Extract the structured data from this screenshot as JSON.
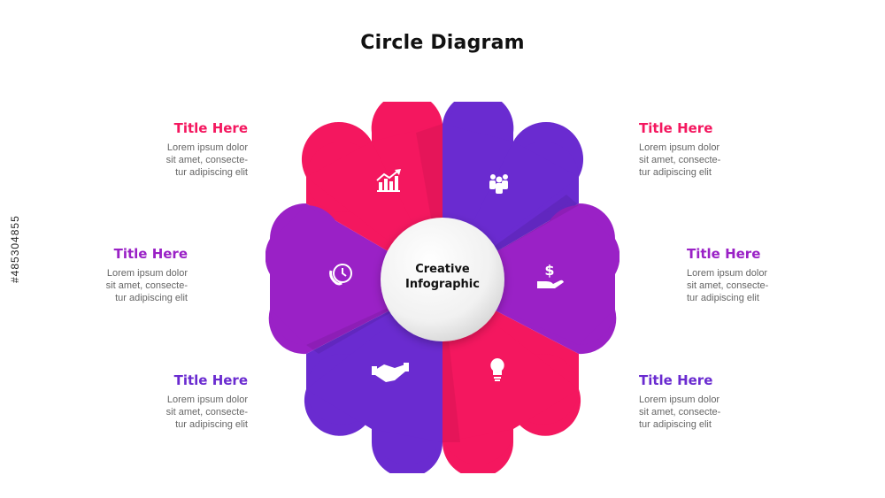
{
  "title": "Circle Diagram",
  "center": {
    "line1": "Creative",
    "line2": "Infographic"
  },
  "colors": {
    "pink": "#f4175f",
    "purple": "#6a2bd0",
    "magenta": "#a522c9",
    "violet": "#7f2acf"
  },
  "items": [
    {
      "position": "top-left",
      "title": "Title Here",
      "text": "Lorem ipsum dolor\nsit amet, consecte-\ntur adipiscing elit",
      "color": "#f4175f",
      "icon": "chart-growth-icon"
    },
    {
      "position": "middle-left",
      "title": "Title Here",
      "text": "Lorem ipsum dolor\nsit amet, consecte-\ntur adipiscing elit",
      "color": "#9a21c6",
      "icon": "phone-clock-icon"
    },
    {
      "position": "bottom-left",
      "title": "Title Here",
      "text": "Lorem ipsum dolor\nsit amet, consecte-\ntur adipiscing elit",
      "color": "#6a2bd0",
      "icon": "handshake-icon"
    },
    {
      "position": "top-right",
      "title": "Title Here",
      "text": "Lorem ipsum dolor\nsit amet, consecte-\ntur adipiscing elit",
      "color": "#f4175f",
      "icon": "team-icon"
    },
    {
      "position": "middle-right",
      "title": "Title Here",
      "text": "Lorem ipsum dolor\nsit amet, consecte-\ntur adipiscing elit",
      "color": "#9a21c6",
      "icon": "money-hand-icon"
    },
    {
      "position": "bottom-right",
      "title": "Title Here",
      "text": "Lorem ipsum dolor\nsit amet, consecte-\ntur adipiscing elit",
      "color": "#6a2bd0",
      "icon": "lightbulb-icon"
    }
  ],
  "watermark_id": "#485304855"
}
